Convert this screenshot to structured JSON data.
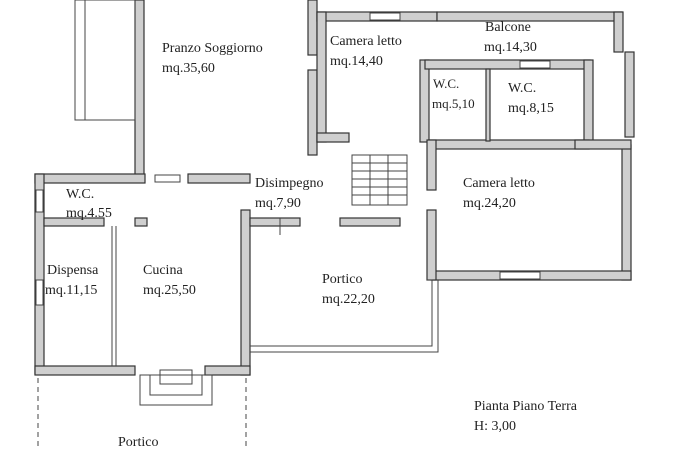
{
  "plan": {
    "title": "Pianta Piano Terra",
    "height_label": "H: 3,00",
    "rooms": {
      "pranzo": {
        "name": "Pranzo Soggiorno",
        "area": "mq.35,60"
      },
      "camera1": {
        "name": "Camera letto",
        "area": "mq.14,40"
      },
      "balcone": {
        "name": "Balcone",
        "area": "mq.14,30"
      },
      "wc_small": {
        "name": "W.C.",
        "area": "mq.5,10"
      },
      "wc_mid": {
        "name": "W.C.",
        "area": "mq.8,15"
      },
      "camera2": {
        "name": "Camera letto",
        "area": "mq.24,20"
      },
      "disimpegno": {
        "name": "Disimpegno",
        "area": "mq.7,90"
      },
      "wc_left": {
        "name": "W.C.",
        "area": "mq.4.55"
      },
      "dispensa": {
        "name": "Dispensa",
        "area": "mq.11,15"
      },
      "cucina": {
        "name": "Cucina",
        "area": "mq.25,50"
      },
      "portico1": {
        "name": "Portico",
        "area": "mq.22,20"
      },
      "portico2": {
        "name": "Portico"
      }
    }
  }
}
